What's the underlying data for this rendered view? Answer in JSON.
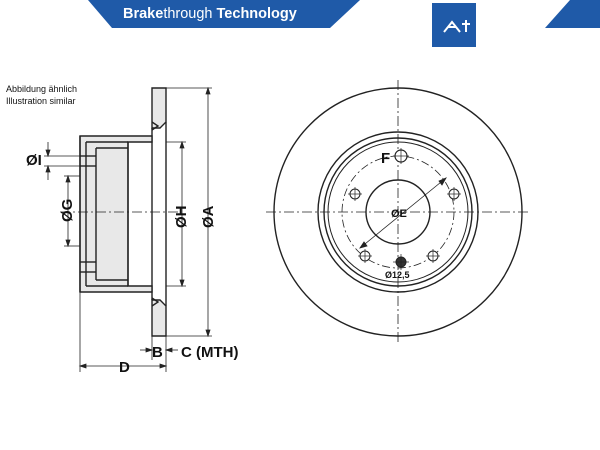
{
  "header": {
    "brand_bold": "Brake",
    "brand_light": "through",
    "brand_tail": " Technology",
    "logo_text": "Ate",
    "accent_color": "#1f5aa8"
  },
  "note": {
    "line1": "Abbildung ähnlich",
    "line2": "Illustration similar"
  },
  "labels": {
    "dim_i": "ØI",
    "dim_g": "ØG",
    "dim_h": "ØH",
    "dim_a": "ØA",
    "dim_d": "D",
    "dim_b": "B",
    "dim_c": "C (MTH)",
    "dim_f": "F",
    "dim_e": "ØE",
    "bolt_hole": "Ø12,5"
  },
  "icons": {
    "crosshair": "crosshair-icon",
    "logo": "ate-logo-icon"
  }
}
